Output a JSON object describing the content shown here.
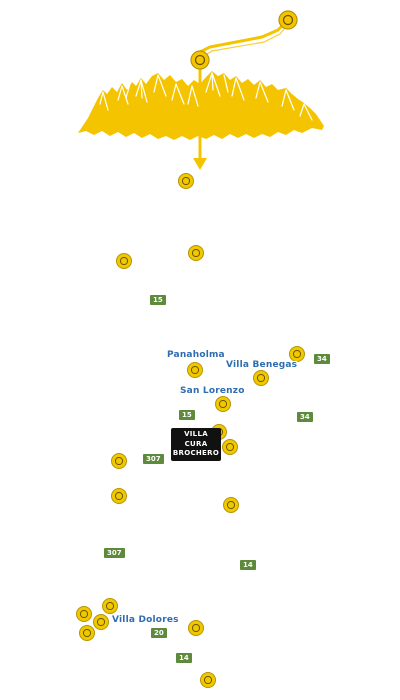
{
  "colors": {
    "accent": "#f5c400",
    "marker_fill": "#f0c800",
    "route_badge": "#5e8a3c",
    "town_label": "#2f6db0",
    "current_location_bg": "#111111"
  },
  "header_graphic": {
    "icons": [
      "mountains-icon",
      "route-arrow-icon"
    ]
  },
  "current_location": {
    "lines": [
      "VILLA",
      "CURA",
      "BROCHERO"
    ]
  },
  "towns": [
    {
      "id": "panaholma",
      "label": "Panaholma"
    },
    {
      "id": "villa-benegas",
      "label": "Villa Benegas"
    },
    {
      "id": "san-lorenzo",
      "label": "San Lorenzo"
    },
    {
      "id": "villa-dolores",
      "label": "Villa Dolores"
    }
  ],
  "routes": [
    {
      "id": "r15a",
      "label": "15"
    },
    {
      "id": "r34a",
      "label": "34"
    },
    {
      "id": "r15b",
      "label": "15"
    },
    {
      "id": "r34b",
      "label": "34"
    },
    {
      "id": "r307a",
      "label": "307"
    },
    {
      "id": "r307b",
      "label": "307"
    },
    {
      "id": "r14a",
      "label": "14"
    },
    {
      "id": "r20",
      "label": "20"
    },
    {
      "id": "r14b",
      "label": "14"
    }
  ],
  "markers": [
    {
      "id": "m1"
    },
    {
      "id": "m2"
    },
    {
      "id": "m3"
    },
    {
      "id": "m4"
    },
    {
      "id": "m5"
    },
    {
      "id": "m6"
    },
    {
      "id": "m7"
    },
    {
      "id": "m8"
    },
    {
      "id": "m9"
    },
    {
      "id": "m10"
    },
    {
      "id": "m11"
    },
    {
      "id": "m12"
    },
    {
      "id": "m13"
    },
    {
      "id": "m14"
    },
    {
      "id": "m15"
    },
    {
      "id": "m16"
    },
    {
      "id": "m17"
    },
    {
      "id": "m18"
    },
    {
      "id": "m19"
    },
    {
      "id": "m20"
    }
  ]
}
